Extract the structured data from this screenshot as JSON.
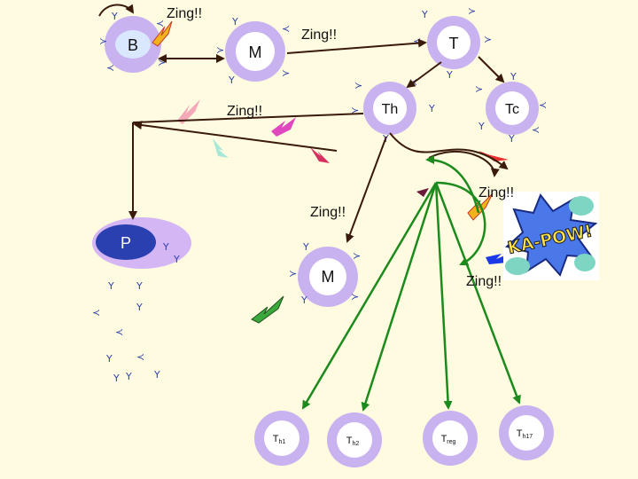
{
  "cells": {
    "b": "B",
    "m_top": "M",
    "t": "T",
    "th": "Th",
    "tc": "Tc",
    "p": "P",
    "m_mid": "M"
  },
  "subsets": {
    "th1": {
      "main": "T",
      "sub": "h1"
    },
    "th2": {
      "main": "T",
      "sub": "h2"
    },
    "treg": {
      "main": "T",
      "sub": "reg"
    },
    "th17": {
      "main": "T",
      "sub": "h17"
    }
  },
  "zings": [
    "Zing!!",
    "Zing!!",
    "Zing!!",
    "Zing!!",
    "Zing!!",
    "Zing!!"
  ],
  "kapow": {
    "text": "KA-POW!"
  },
  "colors": {
    "cell_fill": "#c9b2f0",
    "cell_core": "#ffffff",
    "b_core": "#d9e8ff",
    "plasma_fill": "#d4b6f4",
    "plasma_core": "#2a3fb0",
    "green_arrow": "#1c8a1c",
    "dark_arrow": "#3a1a0a",
    "background": "#fffbe0"
  }
}
